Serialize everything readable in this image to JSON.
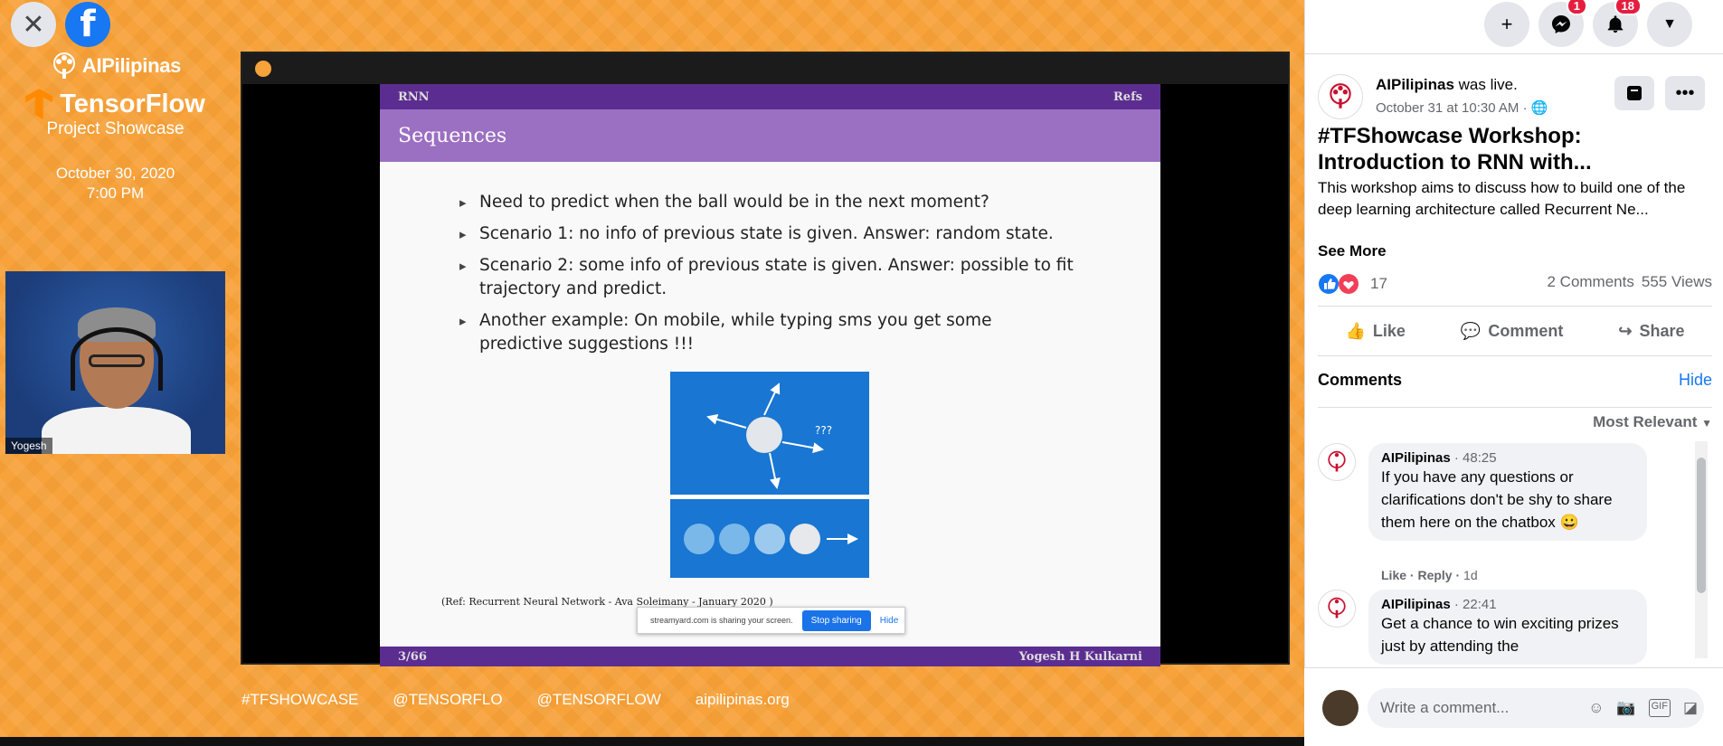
{
  "brand": {
    "org_name": "AIPilipinas",
    "product_name": "TensorFlow",
    "event_name": "Project Showcase",
    "date": "October 30, 2020",
    "time": "7:00 PM"
  },
  "camera": {
    "participant_name": "Yogesh"
  },
  "slide": {
    "header_left": "RNN",
    "header_right": "Refs",
    "title": "Sequences",
    "bullets": [
      "Need to predict when the ball would be in the next moment?",
      "Scenario 1:  no info of previous state is given.  Answer:  random state.",
      "Scenario 2:  some info of previous state is given.  Answer:  possible to fit trajectory and predict.",
      "Another example:  On mobile, while typing sms you get some predictive suggestions !!!"
    ],
    "figure_label": "???",
    "reference": "(Ref:  Recurrent Neural Network - Ava Soleimany - January 2020 )",
    "footer_left": "3/66",
    "footer_right": "Yogesh H Kulkarni"
  },
  "share_bar": {
    "message": "streamyard.com is sharing your screen.",
    "stop_label": "Stop sharing",
    "hide_label": "Hide"
  },
  "footer_tags": [
    "#TFSHOWCASE",
    "@TENSORFLO",
    "@TENSORFLOW",
    "aipilipinas.org"
  ],
  "nav": {
    "messenger_badge": "1",
    "notifications_badge": "18"
  },
  "post": {
    "author": "AIPilipinas",
    "status": "was live.",
    "date": "October 31 at 10:30 AM ·",
    "title": "#TFShowcase Workshop: Introduction to RNN with...",
    "description": "This workshop aims to discuss how to build one of the deep learning architecture called Recurrent Ne...",
    "see_more": "See More",
    "reaction_count": "17",
    "comments_count": "2 Comments",
    "views": "555 Views"
  },
  "actions": {
    "like": "Like",
    "comment": "Comment",
    "share": "Share"
  },
  "comments_section": {
    "heading": "Comments",
    "hide_label": "Hide",
    "sort_label": "Most Relevant",
    "items": [
      {
        "author": "AIPilipinas",
        "time": "48:25",
        "text": "If you have any questions or clarifications don't be shy to share them here on the chatbox 😀",
        "like": "Like",
        "reply": "Reply",
        "age": "1d"
      },
      {
        "author": "AIPilipinas",
        "time": "22:41",
        "text": "Get a chance to win exciting prizes just by attending the"
      }
    ]
  },
  "composer": {
    "placeholder": "Write a comment..."
  },
  "colors": {
    "stage_orange": "#f7a23a",
    "facebook_blue": "#1877f2",
    "slide_purple": "#5c2d91"
  }
}
